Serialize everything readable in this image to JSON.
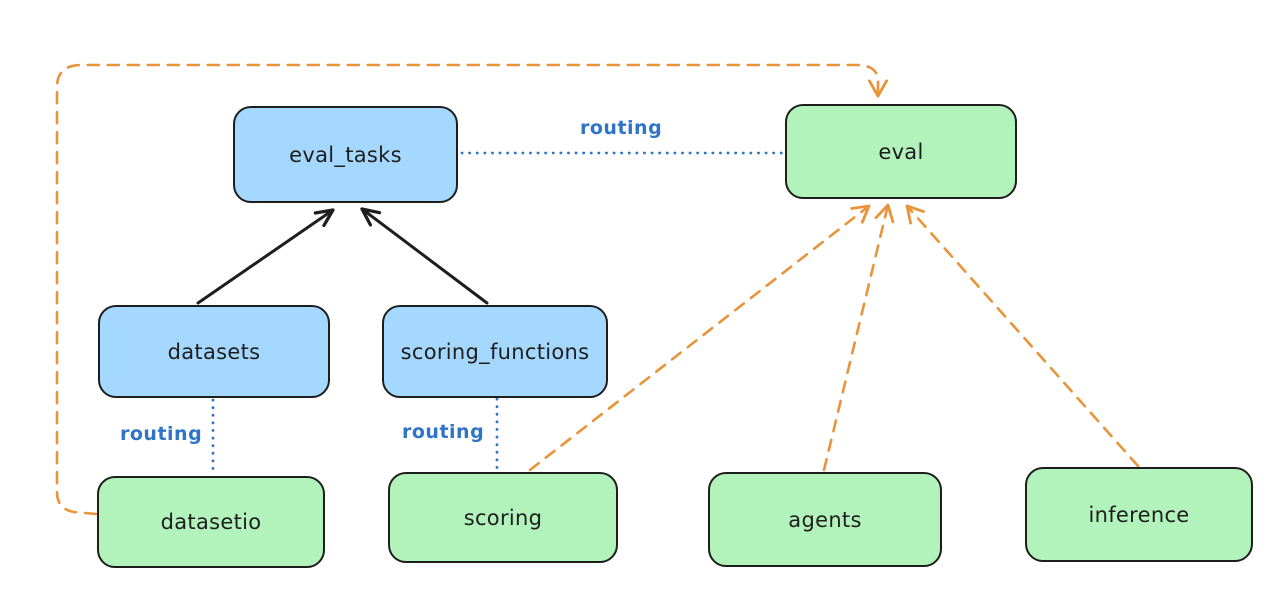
{
  "diagram": {
    "nodes": [
      {
        "id": "eval_tasks",
        "label": "eval_tasks",
        "color": "blue"
      },
      {
        "id": "eval",
        "label": "eval",
        "color": "green"
      },
      {
        "id": "datasets",
        "label": "datasets",
        "color": "blue"
      },
      {
        "id": "scoring_functions",
        "label": "scoring_functions",
        "color": "blue"
      },
      {
        "id": "datasetio",
        "label": "datasetio",
        "color": "green"
      },
      {
        "id": "scoring",
        "label": "scoring",
        "color": "green"
      },
      {
        "id": "agents",
        "label": "agents",
        "color": "green"
      },
      {
        "id": "inference",
        "label": "inference",
        "color": "green"
      }
    ],
    "edges": [
      {
        "from": "datasets",
        "to": "eval_tasks",
        "style": "solid-black-arrow"
      },
      {
        "from": "scoring_functions",
        "to": "eval_tasks",
        "style": "solid-black-arrow"
      },
      {
        "from": "eval_tasks",
        "to": "eval",
        "style": "dotted-blue-line",
        "label": "routing"
      },
      {
        "from": "datasets",
        "to": "datasetio",
        "style": "dotted-blue-line",
        "label": "routing"
      },
      {
        "from": "scoring_functions",
        "to": "scoring",
        "style": "dotted-blue-line",
        "label": "routing"
      },
      {
        "from": "datasetio",
        "to": "eval",
        "style": "dashed-orange-arrow"
      },
      {
        "from": "scoring",
        "to": "eval",
        "style": "dashed-orange-arrow"
      },
      {
        "from": "agents",
        "to": "eval",
        "style": "dashed-orange-arrow"
      },
      {
        "from": "inference",
        "to": "eval",
        "style": "dashed-orange-arrow"
      }
    ],
    "colors": {
      "background": "#ffffff",
      "blue_fill": "#a5d8ff",
      "green_fill": "#b2f2bb",
      "stroke": "#1e1e1e",
      "orange": "#e8943a",
      "blue_line": "#2f74c5"
    }
  }
}
